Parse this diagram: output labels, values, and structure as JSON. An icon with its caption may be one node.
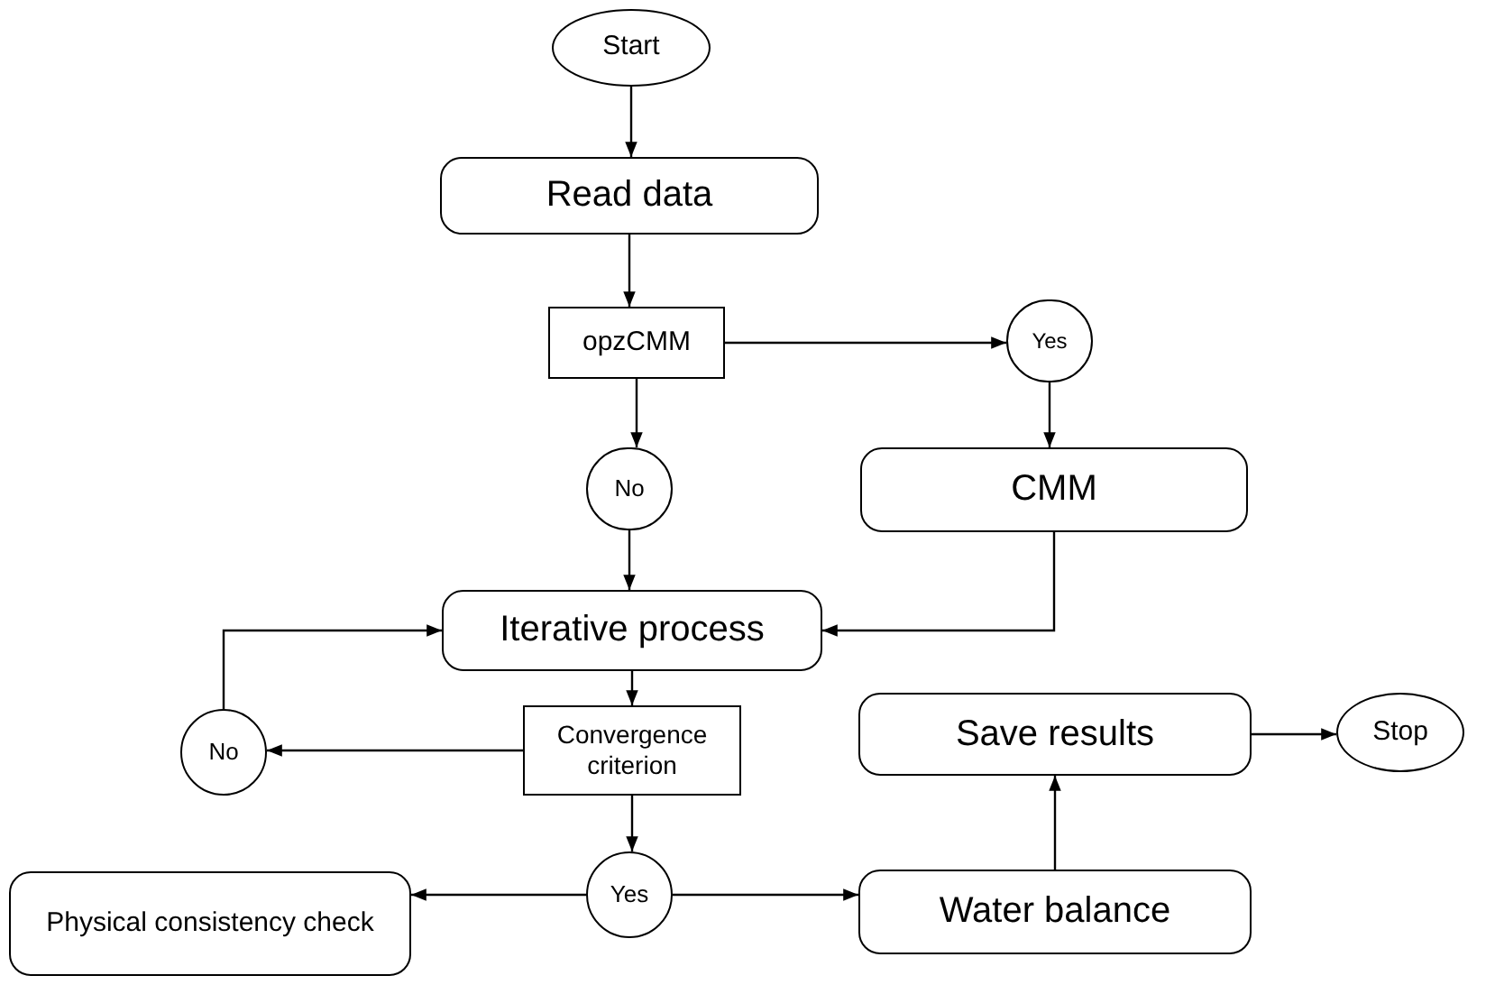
{
  "diagram": {
    "nodes": [
      {
        "text": [
          "Start"
        ]
      },
      {
        "text": [
          "Read data"
        ]
      },
      {
        "text": [
          "opzCMM"
        ]
      },
      {
        "text": [
          "Yes"
        ]
      },
      {
        "text": [
          "No"
        ]
      },
      {
        "text": [
          "CMM"
        ]
      },
      {
        "text": [
          "Iterative process"
        ]
      },
      {
        "text": [
          "No"
        ]
      },
      {
        "text": [
          "Convergence criterion"
        ]
      },
      {
        "text": [
          "Save results"
        ]
      },
      {
        "text": [
          "Stop"
        ]
      },
      {
        "text": [
          "Physical consistency check"
        ]
      },
      {
        "text": [
          "Yes"
        ]
      },
      {
        "text": [
          "Water balance"
        ]
      }
    ],
    "edges": [
      {
        "from": 0,
        "to": 1,
        "arrow": "to"
      },
      {
        "from": 1,
        "to": 2,
        "arrow": "to"
      },
      {
        "from": 2,
        "to": 3,
        "arrow": "to"
      },
      {
        "from": 2,
        "to": 4,
        "arrow": "to"
      },
      {
        "from": 3,
        "to": 5,
        "arrow": "to"
      },
      {
        "from": 4,
        "to": 6,
        "arrow": "to"
      },
      {
        "from": 5,
        "to": 6,
        "arrow": "to"
      },
      {
        "from": 6,
        "to": 8,
        "arrow": "to"
      },
      {
        "from": 8,
        "to": 7,
        "arrow": "to"
      },
      {
        "from": 7,
        "to": 6,
        "arrow": "to"
      },
      {
        "from": 8,
        "to": 12,
        "arrow": "to"
      },
      {
        "from": 12,
        "to": 11,
        "arrow": "to"
      },
      {
        "from": 12,
        "to": 13,
        "arrow": "to"
      },
      {
        "from": 13,
        "to": 9,
        "arrow": "to"
      },
      {
        "from": 9,
        "to": 10,
        "arrow": "to"
      }
    ]
  }
}
